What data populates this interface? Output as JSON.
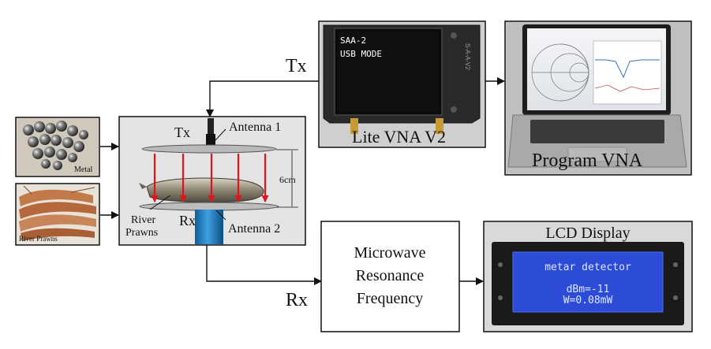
{
  "labels": {
    "tx_top": "Tx",
    "rx_bottom": "Rx",
    "tx_antenna": "Tx",
    "rx_antenna": "Rx",
    "antenna1": "Antenna 1",
    "antenna2": "Antenna 2",
    "distance": "6cm",
    "river_prawns_line1": "River",
    "river_prawns_line2": "Prawns",
    "metal_caption": "Metal",
    "prawns_caption": "River Prawns",
    "vna_device": "Lite VNA V2",
    "program_vna": "Program VNA",
    "lcd_display": "LCD Display"
  },
  "vna_screen": {
    "line1": "SAA-2",
    "line2": "USB MODE",
    "side_label": "S-A-A-V2"
  },
  "resonance_box": {
    "line1": "Microwave",
    "line2": "Resonance",
    "line3": "Frequency"
  },
  "lcd": {
    "line1": "metar detector",
    "line2": "dBm=-11",
    "line3": "W=0.08mW"
  },
  "colors": {
    "arrow_red": "#e0141a",
    "lcd_blue": "#2c4bd6",
    "lcd_text": "#dfe6ff",
    "vna_screen": "#0b0b0b",
    "antenna_blue": "#1d7fc2"
  }
}
